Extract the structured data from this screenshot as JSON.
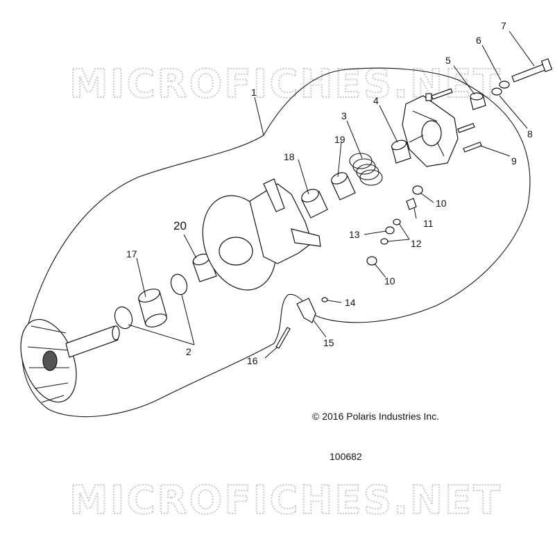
{
  "watermark": {
    "text": "MICROFICHES.NET"
  },
  "copyright": "© 2016 Polaris Industries Inc.",
  "diagram_number": "100682",
  "callouts": {
    "c1": "1",
    "c2": "2",
    "c3": "3",
    "c4": "4",
    "c5": "5",
    "c6": "6",
    "c7": "7",
    "c8": "8",
    "c9": "9",
    "c10a": "10",
    "c10b": "10",
    "c11": "11",
    "c12": "12",
    "c13": "13",
    "c14": "14",
    "c15": "15",
    "c16": "16",
    "c17": "17",
    "c18": "18",
    "c19": "19",
    "c20": "20"
  },
  "colors": {
    "line": "#111111",
    "watermark": "#c8c8c8",
    "background": "#ffffff"
  }
}
